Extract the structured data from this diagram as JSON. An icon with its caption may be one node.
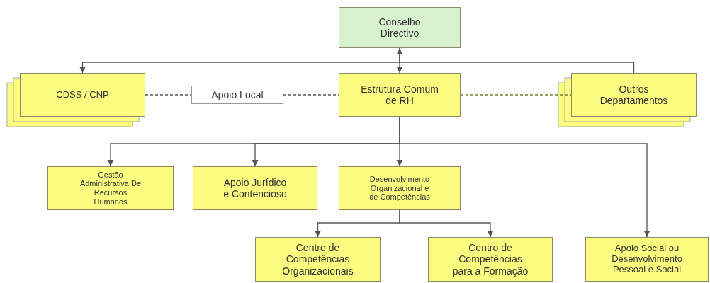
{
  "diagram": {
    "nodes": [
      {
        "text": [
          "Conselho Directivo"
        ]
      },
      {
        "text": [
          "CDSS / CNP"
        ]
      },
      {
        "text": [
          "Apoio Local"
        ]
      },
      {
        "text": [
          "Estrutura Comum de RH"
        ]
      },
      {
        "text": [
          "Outros Departamentos"
        ]
      },
      {
        "text": [
          "Gestão Administrativa De Recursos Humanos"
        ]
      },
      {
        "text": [
          "Apoio Jurídico e Contencioso"
        ]
      },
      {
        "text": [
          "Desenvolvimento Organizacional e de Competências"
        ]
      },
      {
        "text": [
          "Centro de Competências Organizacionais"
        ]
      },
      {
        "text": [
          "Centro de Competências para a Formação"
        ]
      },
      {
        "text": [
          "Apoio Social ou Desenvolvimento Pessoal e Social"
        ]
      }
    ],
    "edges": [
      {
        "from": 0,
        "to": 3,
        "arrow": "both"
      },
      {
        "from": 0,
        "to": 1,
        "arrow": "to"
      },
      {
        "from": 0,
        "to": 4,
        "arrow": "none"
      },
      {
        "from": 1,
        "to": 2,
        "arrow": "none",
        "style": "dashed"
      },
      {
        "from": 2,
        "to": 3,
        "arrow": "none",
        "style": "dashed"
      },
      {
        "from": 3,
        "to": 4,
        "arrow": "none",
        "style": "dashed",
        "color": "#7a7a30"
      },
      {
        "from": 3,
        "to": 5,
        "arrow": "to"
      },
      {
        "from": 3,
        "to": 6,
        "arrow": "to"
      },
      {
        "from": 3,
        "to": 7,
        "arrow": "to"
      },
      {
        "from": 3,
        "to": 10,
        "arrow": "to"
      },
      {
        "from": 7,
        "to": 8,
        "arrow": "to"
      },
      {
        "from": 7,
        "to": 9,
        "arrow": "to"
      }
    ]
  }
}
